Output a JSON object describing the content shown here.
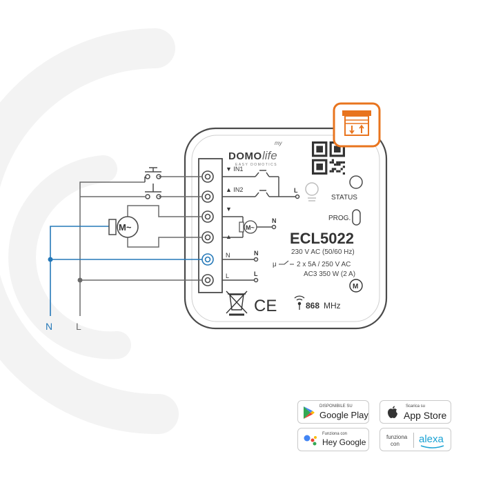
{
  "device": {
    "brand_prefix": "DOMO",
    "brand_suffix": "life",
    "brand_my": "my",
    "tagline": "EASY DOMOTICS",
    "model": "ECL5022",
    "voltage": "230 V AC (50/60 Hz)",
    "relay": "2 x 5A / 250 V AC",
    "load": "AC3 350 W (2 A)",
    "relay_symbol": "μ",
    "frequency": "868",
    "frequency_unit": "MHz",
    "status_label": "STATUS",
    "prog_label": "PROG.",
    "m_label": "M",
    "ce_mark": "CE"
  },
  "terminals": {
    "in1": "▼ IN1",
    "in2": "▲ IN2",
    "down": "▼",
    "up": "▲",
    "n": "N",
    "l": "L",
    "l_internal": "L",
    "n_out_1": "N",
    "n_out_2": "N",
    "l_out": "L"
  },
  "wiring": {
    "motor_label": "M~",
    "n_wire": "N",
    "l_wire": "L",
    "n_color": "#2478b8",
    "l_color": "#6a6a6a"
  },
  "icon": {
    "name": "roller-shutter-icon",
    "color": "#e8741e"
  },
  "stores": {
    "google_play": {
      "small": "DISPONIBILE SU",
      "big": "Google Play"
    },
    "app_store": {
      "small": "Scarica su",
      "big": "App Store"
    },
    "hey_google": {
      "small": "Funziona con",
      "big": "Hey Google"
    },
    "alexa": {
      "small1": "funziona",
      "small2": "con",
      "big": "alexa"
    }
  }
}
